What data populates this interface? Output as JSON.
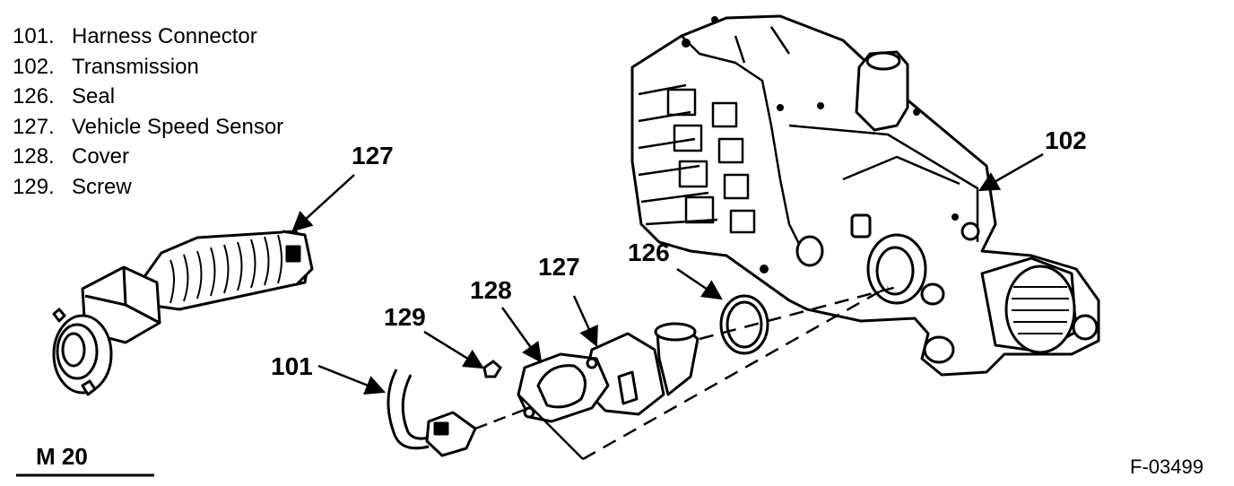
{
  "legend": [
    {
      "num": "101.",
      "label": "Harness Connector"
    },
    {
      "num": "102.",
      "label": "Transmission"
    },
    {
      "num": "126.",
      "label": "Seal"
    },
    {
      "num": "127.",
      "label": "Vehicle Speed Sensor"
    },
    {
      "num": "128.",
      "label": "Cover"
    },
    {
      "num": "129.",
      "label": "Screw"
    }
  ],
  "callouts": {
    "c127_detail": "127",
    "c102": "102",
    "c126": "126",
    "c127": "127",
    "c128": "128",
    "c129": "129",
    "c101": "101"
  },
  "model": "M 20",
  "figure_id": "F-03499"
}
